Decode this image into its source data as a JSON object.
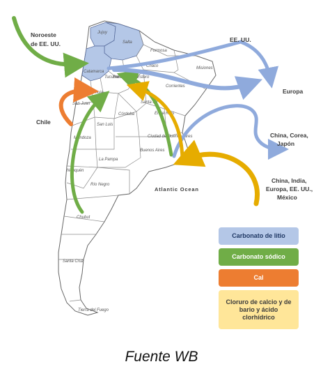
{
  "provinces": {
    "jujuy": "Jujuy",
    "salta": "Salta",
    "formosa": "Formosa",
    "chaco": "Chaco",
    "misiones": "Misiones",
    "catamarca": "Catamarca",
    "tucuman": "Tucumán",
    "santiago": "Santiago del Estero",
    "corrientes": "Corrientes",
    "la_rioja": "La Rioja",
    "santa_fe": "Santa Fe",
    "entre_rios": "Entre Ríos",
    "san_juan": "San Juan",
    "cordoba": "Córdoba",
    "san_luis": "San Luis",
    "caba": "Ciudad de Buenos Aires",
    "mendoza": "Mendoza",
    "buenos_aires": "Buenos Aires",
    "la_pampa": "La Pampa",
    "neuquen": "Neuquén",
    "rio_negro": "Río Negro",
    "chubut": "Chubut",
    "santa_cruz": "Santa Cruz",
    "tierra_del_fuego": "Tierra del Fuego"
  },
  "destinations": {
    "noroeste_line1": "Noroeste",
    "noroeste_line2": "de EE. UU.",
    "chile": "Chile",
    "eeuu": "EE. UU.",
    "europa": "Europa",
    "china_corea_line1": "China, Corea,",
    "china_corea_line2": "Japón",
    "china_india_line1": "China, India,",
    "china_india_line2": "Europa, EE. UU.,",
    "china_india_line3": "México"
  },
  "ocean_label": "Atlantic Ocean",
  "legend": {
    "litio": "Carbonato de litio",
    "sodico": "Carbonato sódico",
    "cal": "Cal",
    "cloruro": "Cloruro de calcio y de bario y ácido clorhídrico"
  },
  "colors": {
    "litio": "#8faadc",
    "sodico": "#70ad47",
    "cal": "#ed7d31",
    "cloruro": "#e6ac00",
    "highlight": "#b4c7e7"
  },
  "caption": "Fuente WB"
}
